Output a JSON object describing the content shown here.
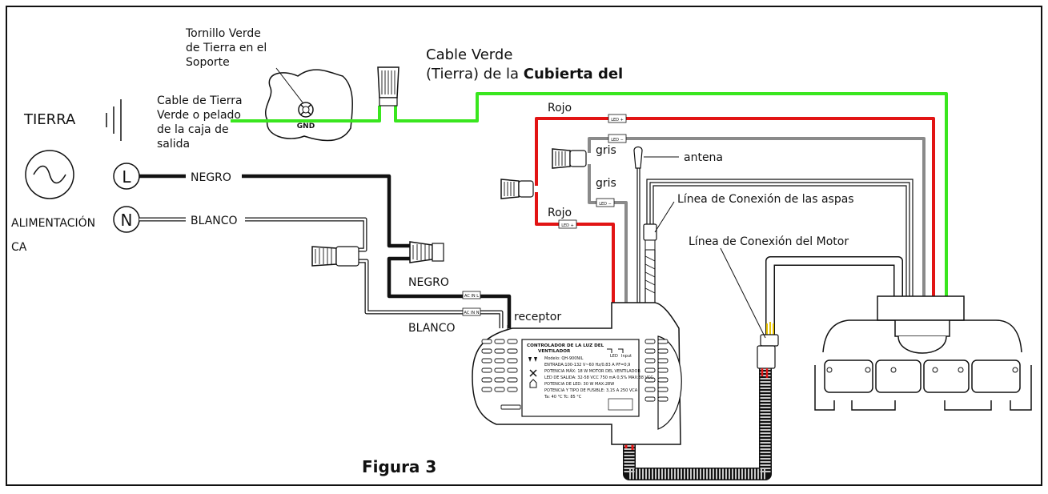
{
  "labels": {
    "ground_screw": [
      "Tornillo Verde",
      "de Tierra en el",
      "Soporte"
    ],
    "canopy_green_1": "Cable Verde",
    "canopy_green_2a": "(Tierra) de la ",
    "canopy_green_2b": "Cubierta del",
    "ground_wire": [
      "Cable de Tierra",
      "Verde o pelado",
      "de la caja de",
      "salida"
    ],
    "tierra": "TIERRA",
    "gnd": "GND",
    "alimentacion": [
      "ALIMENTACIÓN",
      "CA"
    ],
    "L": "L",
    "N": "N",
    "negro": "NEGRO",
    "blanco": "BLANCO",
    "rojo": "Rojo",
    "gris": "gris",
    "antena": "antena",
    "aspas": "Línea de Conexión de las aspas",
    "motor": "Línea de Conexión del Motor",
    "receptor": "receptor",
    "figure": "Figura 3",
    "tag_led_pos": "LED +",
    "tag_led_neg": "LED −",
    "tag_acl": "AC IN L",
    "tag_acn": "AC IN N"
  },
  "controller": {
    "title_1": "CONTROLADOR DE LA LUZ DEL",
    "title_2": "VENTILADOR",
    "lines": [
      "Modelo: QH-900NIL",
      "ENTRADA:100-132 V~60 Hz/0.83 A PF=0,9",
      "POTENCIA MÁX: 18 W MOTOR DEL VENTILADOR",
      "LED DE SALIDA: 32-58 VCC 750 mA 0,5% MAX:38 VCC",
      "POTENCIA DE LED: 30 W MAX:28W",
      "POTENCIA Y TIPO DE FUSIBLE: 3,15 A 250 VCA",
      "Ta: 40 °C Tc: 85 °C"
    ],
    "led_label": "LED",
    "input_label": "Input"
  },
  "colors": {
    "green": "#39e61e",
    "red": "#e21414",
    "gray": "#8a8a8a",
    "black": "#111111"
  }
}
